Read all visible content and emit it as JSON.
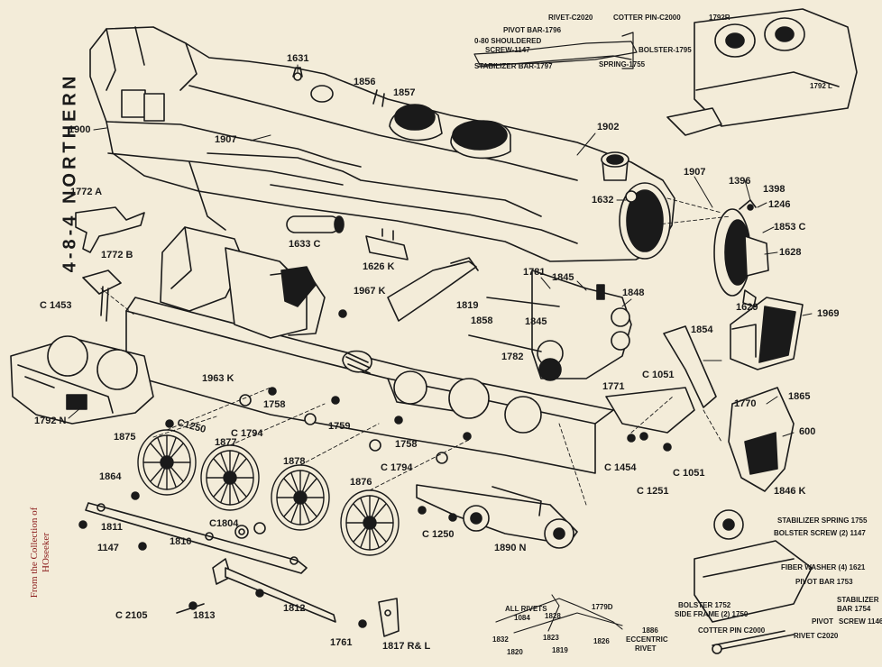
{
  "title": "4-8-4 NORTHERN",
  "credit": {
    "line1": "From the Collection of",
    "line2": "HOseeker"
  },
  "labels": {
    "l1631": "1631",
    "l1856": "1856",
    "l1857": "1857",
    "l1900": "1900",
    "l1907a": "1907",
    "l1902": "1902",
    "l1907b": "1907",
    "l1396": "1396",
    "l1398": "1398",
    "l1246": "1246",
    "l1853c": "1853 C",
    "l1628": "1628",
    "l1632": "1632",
    "l1633c": "1633 C",
    "l1626k": "1626 K",
    "l1772a": "1772 A",
    "l1772b": "1772 B",
    "lc1453": "C 1453",
    "l1967k": "1967 K",
    "l1781": "1781",
    "l1845a": "1845",
    "l1848": "1848",
    "l1819": "1819",
    "l1858": "1858",
    "l1845b": "1845",
    "l1782": "1782",
    "l1629": "1629",
    "l1969": "1969",
    "l1854": "1854",
    "lc1051a": "C 1051",
    "l1771": "1771",
    "l1770": "1770",
    "l1865": "1865",
    "l600": "600",
    "l1963k": "1963 K",
    "l1792n": "1792 N",
    "l1758a": "1758",
    "lc1250a": "C1250",
    "lc1794a": "C 1794",
    "l1759": "1759",
    "l1758b": "1758",
    "lc1794b": "C 1794",
    "l1875": "1875",
    "l1877": "1877",
    "l1878": "1878",
    "l1876": "1876",
    "l1864": "1864",
    "lc1804": "C1804",
    "l1811": "1811",
    "l1810": "1810",
    "l1147": "1147",
    "lc1250b": "C 1250",
    "l1890n": "1890 N",
    "lc1454": "C 1454",
    "lc1051b": "C 1051",
    "lc1251": "C 1251",
    "l1846k": "1846 K",
    "lc2105": "C 2105",
    "l1813": "1813",
    "l1812": "1812",
    "l1761": "1761",
    "l1817": "1817 R& L"
  },
  "inset_top": {
    "rivet": "RIVET-C2020",
    "cotter": "COTTER PIN-C2000",
    "pivot": "PIVOT BAR-1796",
    "shoulder1": "0-80 SHOULDERED",
    "shoulder2": "SCREW-1147",
    "stab": "STABILIZER BAR-1797",
    "bolster": "BOLSTER-1795",
    "spring": "SPRING-1755",
    "r1792r": "1792R",
    "r1792l": "1792 L"
  },
  "inset_bottom": {
    "allrivets1": "ALL RIVETS",
    "allrivets2": "1084",
    "n1828": "1828",
    "n1779d": "1779D",
    "n1823": "1823",
    "n1832": "1832",
    "n1826": "1826",
    "n1819": "1819",
    "n1820": "1820",
    "n1886": "1886",
    "ecc1": "ECCENTRIC",
    "ecc2": "RIVET",
    "stabspring": "STABILIZER SPRING 1755",
    "bolsterscrew": "BOLSTER SCREW (2) 1147",
    "fiber": "FIBER WASHER (4) 1621",
    "pivotbar": "PIVOT BAR 1753",
    "bolster1752": "BOLSTER 1752",
    "sideframe": "SIDE FRAME (2) 1750",
    "stabbar1": "STABILIZER",
    "stabbar2": "BAR 1754",
    "pivot": "PIVOT",
    "screw": "SCREW 1146",
    "cotter": "COTTER PIN C2000",
    "rivet": "RIVET C2020"
  }
}
